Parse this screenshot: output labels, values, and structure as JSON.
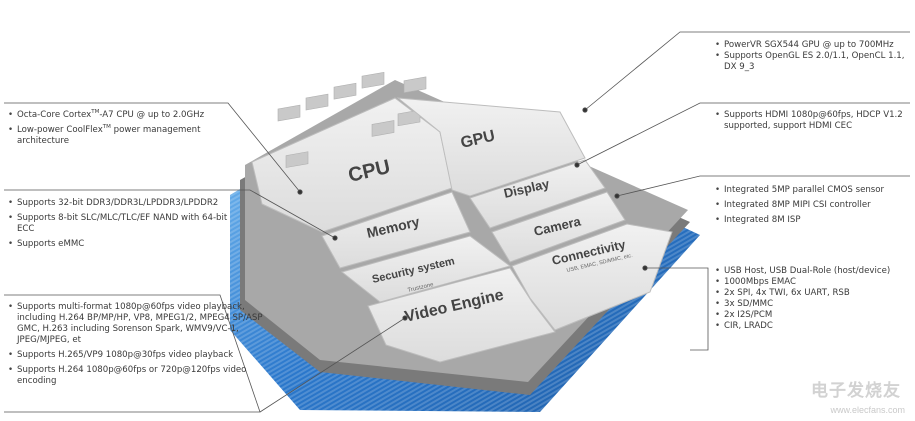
{
  "blocks": {
    "cpu": "CPU",
    "gpu": "GPU",
    "display": "Display",
    "memory": "Memory",
    "camera": "Camera",
    "security": "Security system",
    "security_sub": "Trustzone",
    "connectivity": "Connectivity",
    "connectivity_sub": "USB, EMAC, SD/MMC, etc.",
    "video": "Video Engine"
  },
  "specs": {
    "cpu": [
      "Octa-Core Cortex",
      "TM",
      "-A7 CPU @ up to 2.0GHz",
      "Low-power CoolFlex",
      "TM",
      " power management architecture"
    ],
    "memory": [
      "Supports 32-bit DDR3/DDR3L/LPDDR3/LPDDR2",
      "Supports 8-bit SLC/MLC/TLC/EF NAND with 64-bit ECC",
      "Supports eMMC"
    ],
    "video": [
      "Supports multi-format 1080p@60fps video playback, including H.264 BP/MP/HP, VP8, MPEG1/2, MPEG4 SP/ASP GMC, H.263 including Sorenson Spark, WMV9/VC-1, JPEG/MJPEG, et",
      "Supports H.265/VP9 1080p@30fps video playback",
      "Supports H.264 1080p@60fps or 720p@120fps video encoding"
    ],
    "gpu": [
      "PowerVR SGX544 GPU @ up to 700MHz",
      "Supports OpenGL ES 2.0/1.1, OpenCL 1.1, DX 9_3"
    ],
    "display": [
      "Supports HDMI 1080p@60fps, HDCP V1.2 supported, support HDMI CEC"
    ],
    "camera": [
      "Integrated 5MP parallel CMOS sensor",
      "Integrated 8MP MIPI CSI controller",
      "Integrated 8M ISP"
    ],
    "connectivity": [
      "USB Host, USB Dual-Role (host/device)",
      "1000Mbps EMAC",
      "2x SPI, 4x TWI, 6x UART, RSB",
      "3x SD/MMC",
      "2x I2S/PCM",
      "CIR, LRADC"
    ]
  },
  "watermark": {
    "logo_text": "电子发烧友",
    "url": "www.elecfans.com"
  },
  "colors": {
    "pcb_blue": "#2f7fd0",
    "pcb_light": "#6fb2ee",
    "die_dark": "#6e6e6e",
    "block_light": "#e9e9e9",
    "line": "#555555"
  }
}
